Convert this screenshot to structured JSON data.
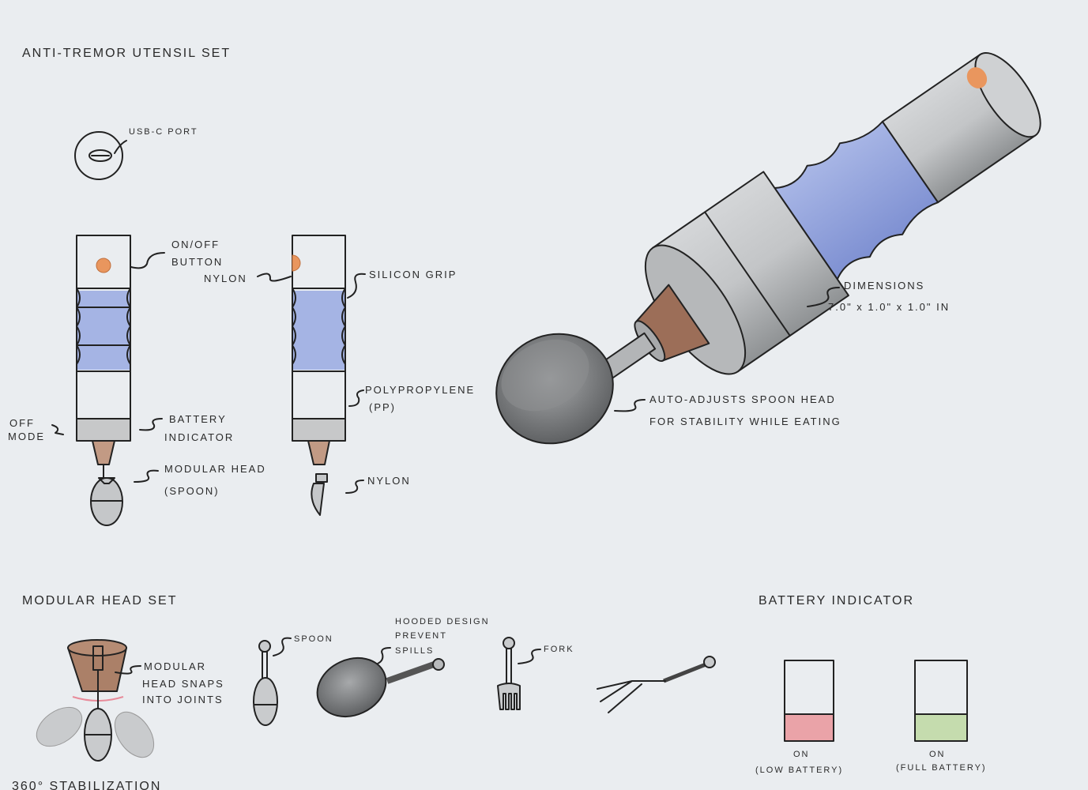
{
  "title": "ANTI-TREMOR UTENSIL SET",
  "usb": {
    "label": "USB-C PORT"
  },
  "left_view": {
    "on_off_1": "ON/OFF",
    "on_off_2": "BUTTON",
    "off_mode_1": "OFF",
    "off_mode_2": "MODE",
    "battery_1": "BATTERY",
    "battery_2": "INDICATOR",
    "head_1": "MODULAR HEAD",
    "head_2": "(SPOON)"
  },
  "side_view": {
    "nylon_top": "NYLON",
    "grip": "SILICON GRIP",
    "pp_1": "POLYPROPYLENE",
    "pp_2": "(PP)",
    "nylon_bottom": "NYLON"
  },
  "perspective": {
    "dimensions_label": "DIMENSIONS",
    "dimensions_value": "7.0\" x 1.0\" x 1.0\" IN",
    "auto_1": "AUTO-ADJUSTS SPOON HEAD",
    "auto_2": "FOR STABILITY WHILE EATING"
  },
  "modular_set": {
    "heading": "MODULAR HEAD SET",
    "snap_1": "MODULAR",
    "snap_2": "HEAD SNAPS",
    "snap_3": "INTO JOINTS",
    "spoon": "SPOON",
    "hooded_1": "HOODED DESIGN",
    "hooded_2": "PREVENT",
    "hooded_3": "SPILLS",
    "fork": "FORK",
    "stabilization": "360° STABILIZATION"
  },
  "battery": {
    "heading": "BATTERY INDICATOR",
    "low_state": "ON",
    "low_label": "(LOW BATTERY)",
    "full_state": "ON",
    "full_label": "(FULL BATTERY)",
    "low_color": "#eaa3a8",
    "full_color": "#c5dcae"
  },
  "colors": {
    "grip_blue": "#9fb0e0",
    "nylon_brown": "#a9826c",
    "button_orange": "#e9965e",
    "metal_gray": "#b9bcbe"
  }
}
